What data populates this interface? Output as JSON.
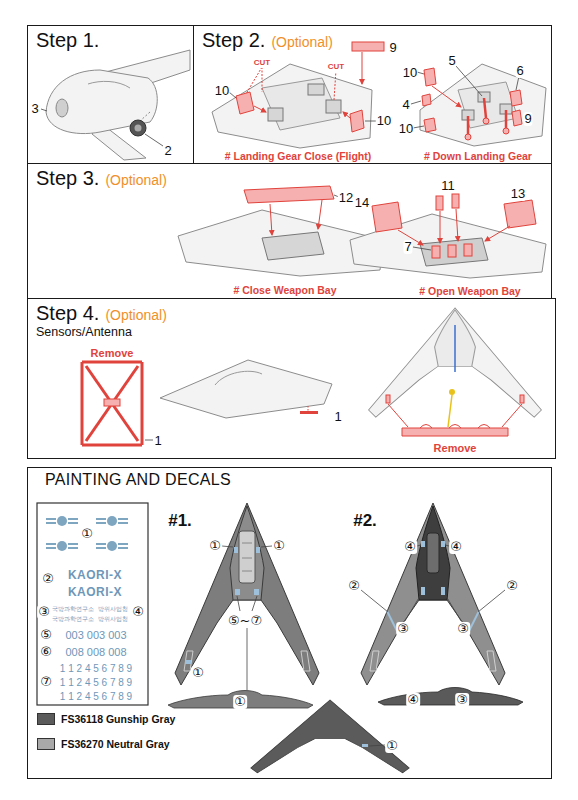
{
  "diagram": {
    "nodes": [
      {
        "text": [
          "Step 1."
        ]
      },
      {
        "text": [
          "Step 2.",
          "(Optional)"
        ]
      },
      {
        "text": [
          "Step 3.",
          "(Optional)"
        ]
      },
      {
        "text": [
          "Step 4.",
          "(Optional)",
          "Sensors/Antenna"
        ]
      },
      {
        "text": [
          "PAINTING AND DECALS"
        ]
      }
    ],
    "labels": [
      "3",
      "2",
      "10",
      "CUT",
      "CUT",
      "9",
      "10",
      "# Landing Gear Close (Flight)",
      "10",
      "5",
      "6",
      "4",
      "10",
      "9",
      "# Down Landing Gear",
      "12",
      "# Close Weapon Bay",
      "14",
      "11",
      "13",
      "7",
      "# Open Weapon Bay",
      "Remove",
      "1",
      "1",
      "Remove",
      "①",
      "②",
      "KAORI-X",
      "KAORI-X",
      "③",
      "국방과학연구소",
      "국방과학연구소",
      "방위사업청",
      "방위사업청",
      "④",
      "⑤",
      "003 003 003",
      "⑥",
      "008 008 008",
      "1 1 2 4 5 6 7 8 9",
      "⑦",
      "1 1 2 4 5 6 7 8 9",
      "1 1 2 4 5 6 7 8 9",
      "#1.",
      "①",
      "①",
      "①",
      "⑤~⑦",
      "①",
      "①",
      "#2.",
      "④",
      "④",
      "②",
      "②",
      "③",
      "③",
      "④",
      "③"
    ],
    "legend": [
      {
        "text": "FS36118 Gunship Gray",
        "color": "#5b5b5b"
      },
      {
        "text": "FS36270 Neutral Gray",
        "color": "#a9a9a9"
      }
    ]
  }
}
